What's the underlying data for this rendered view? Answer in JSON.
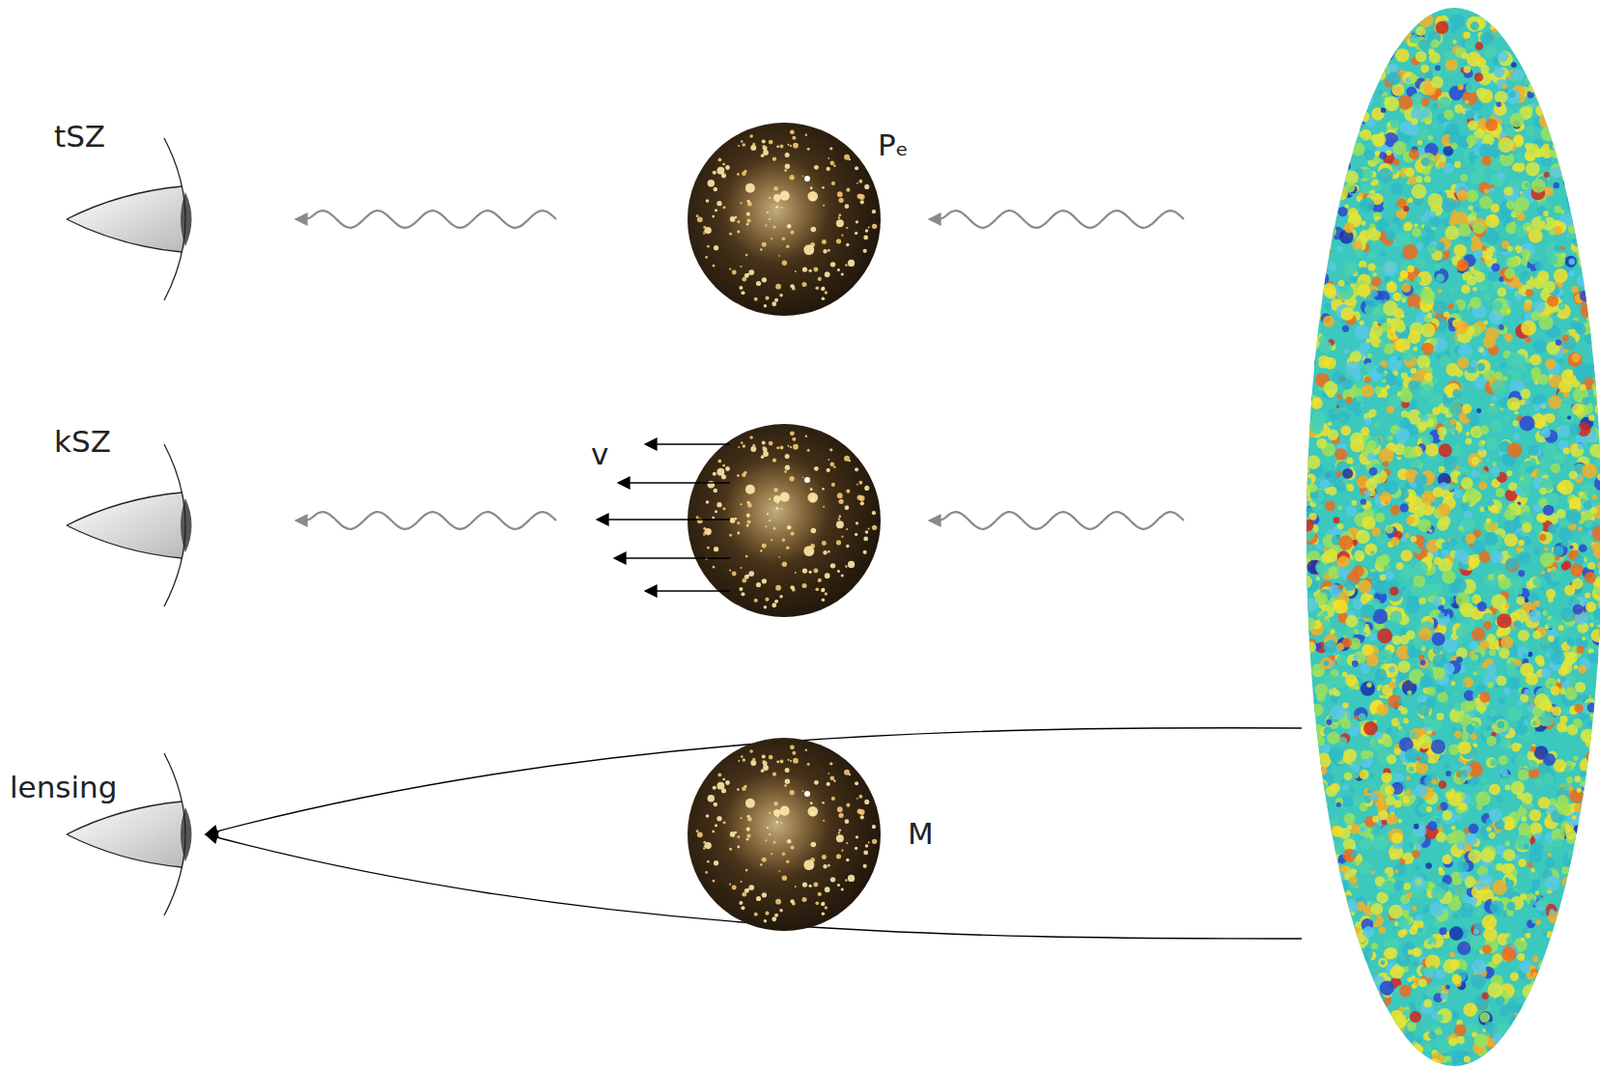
{
  "diagram": {
    "nodes": [
      {
        "text": [
          "tSZ"
        ]
      },
      {
        "text": [
          "Pₑ"
        ]
      },
      {
        "text": [
          "kSZ"
        ]
      },
      {
        "text": [
          "v"
        ]
      },
      {
        "text": [
          "lensing"
        ]
      },
      {
        "text": [
          "M"
        ]
      }
    ],
    "edges": [
      {
        "from": 1,
        "to": 0,
        "arrow": "to"
      },
      {
        "from": 3,
        "to": 2,
        "arrow": "to"
      }
    ]
  }
}
